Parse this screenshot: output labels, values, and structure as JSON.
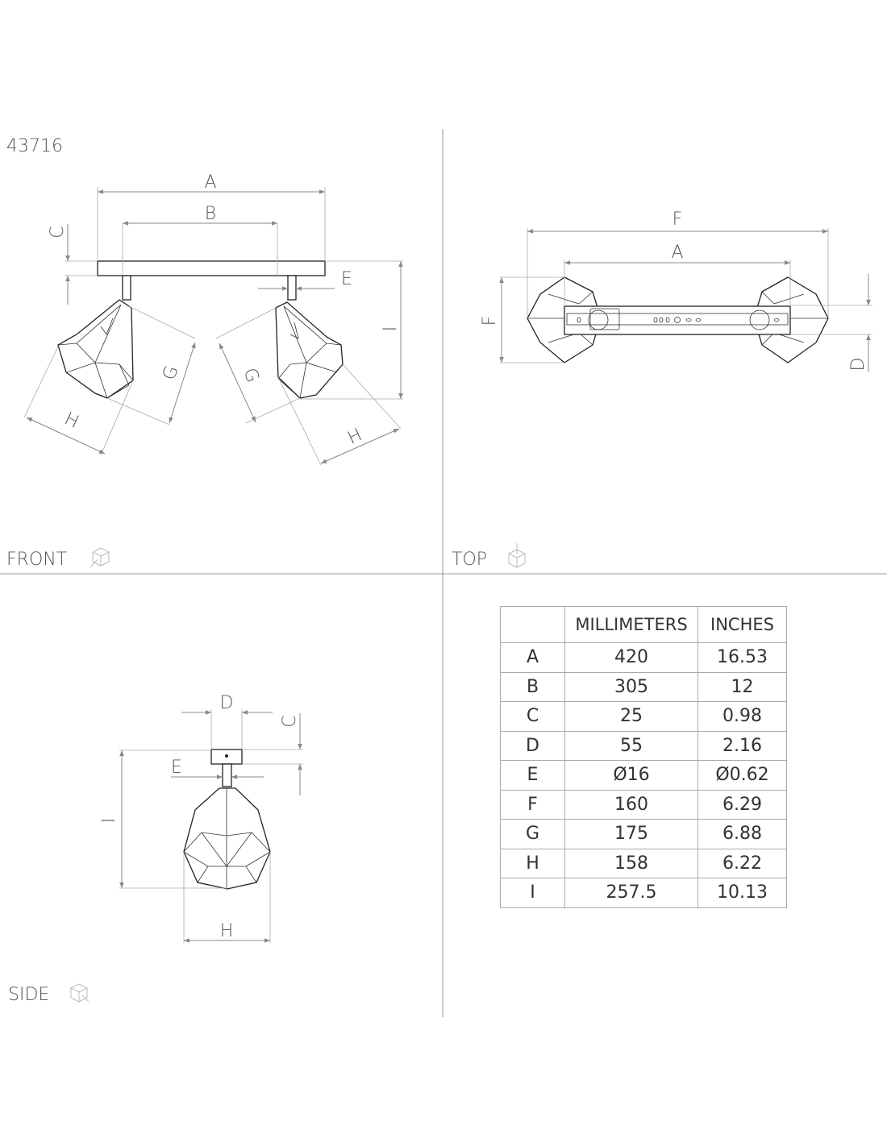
{
  "product_code": "43716",
  "views": {
    "front": "FRONT",
    "top": "TOP",
    "side": "SIDE"
  },
  "dims": {
    "A": "A",
    "B": "B",
    "C": "C",
    "D": "D",
    "E": "E",
    "F": "F",
    "G": "G",
    "H": "H",
    "I": "I"
  },
  "table": {
    "headers": [
      "",
      "MILLIMETERS",
      "INCHES"
    ],
    "rows": [
      {
        "key": "A",
        "mm": "420",
        "in": "16.53"
      },
      {
        "key": "B",
        "mm": "305",
        "in": "12"
      },
      {
        "key": "C",
        "mm": "25",
        "in": "0.98"
      },
      {
        "key": "D",
        "mm": "55",
        "in": "2.16"
      },
      {
        "key": "E",
        "mm": "Ø16",
        "in": "Ø0.62"
      },
      {
        "key": "F",
        "mm": "160",
        "in": "6.29"
      },
      {
        "key": "G",
        "mm": "175",
        "in": "6.88"
      },
      {
        "key": "H",
        "mm": "158",
        "in": "6.22"
      },
      {
        "key": "I",
        "mm": "257.5",
        "in": "10.13"
      }
    ]
  }
}
